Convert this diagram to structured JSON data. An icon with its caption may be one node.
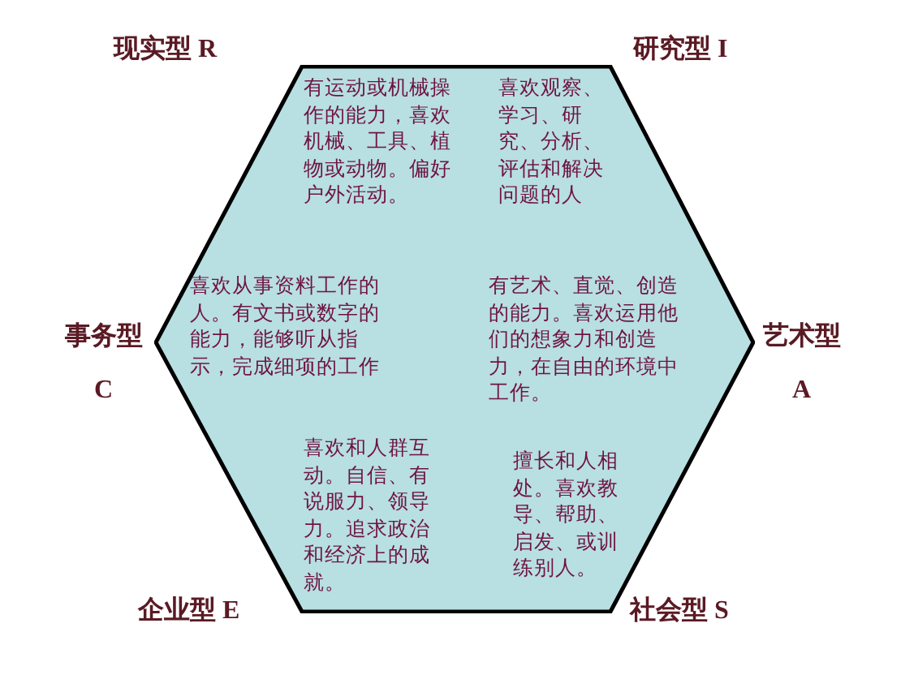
{
  "diagram": {
    "nodes": [
      {
        "text": [
          "有运动或机械操作的能力，喜欢机械、工具、植物或动物。偏好户外活动。",
          "喜欢观察、学习、研究、分析、评估和解决问题的人",
          "喜欢从事资料工作的人。有文书或数字的能力，能够听从指示，完成细项的工作",
          "有艺术、直觉、创造的能力。喜欢运用他们的想象力和创造力，在自由的环境中工作。",
          "喜欢和人群互动。自信、有说服力、领导力。追求政治和经济上的成就。",
          "擅长和人相处。喜欢教导、帮助、启发、或训练别人。"
        ]
      }
    ],
    "labels": [
      "现实型 R",
      "研究型 I",
      "事务型",
      "C",
      "艺术型",
      "A",
      "企业型 E",
      "社会型 S"
    ]
  }
}
